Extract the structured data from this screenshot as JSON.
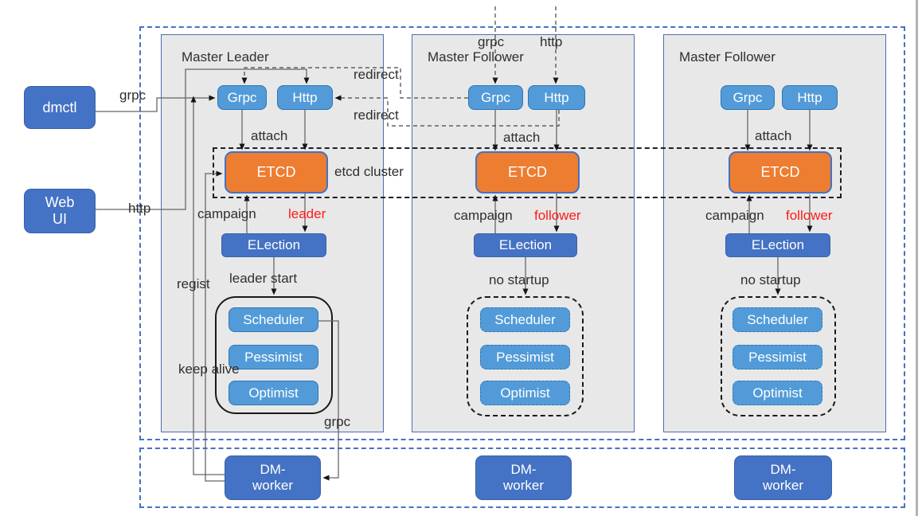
{
  "colors": {
    "accent_blue": "#4472c4",
    "light_blue": "#529bd8",
    "orange": "#ed7d31",
    "panel_gray": "#e8e8e8",
    "role_red": "#ff1a1a"
  },
  "left_column": {
    "dmctl_label": "dmctl",
    "webui_line1": "Web",
    "webui_line2": "UI",
    "grpc_line_label": "grpc",
    "http_line_label": "http"
  },
  "external_inputs": {
    "grpc_label": "grpc",
    "http_label": "http"
  },
  "redirect_labels": {
    "top": "redirect",
    "bottom": "redirect"
  },
  "etcd_cluster_label": "etcd cluster",
  "panels": [
    {
      "title": "Master Leader",
      "grpc": "Grpc",
      "http": "Http",
      "attach": "attach",
      "etcd": "ETCD",
      "campaign": "campaign",
      "role": "leader",
      "election": "ELection",
      "startup": "leader start",
      "modules": [
        "Scheduler",
        "Pessimist",
        "Optimist"
      ]
    },
    {
      "title": "Master Follower",
      "grpc": "Grpc",
      "http": "Http",
      "attach": "attach",
      "etcd": "ETCD",
      "campaign": "campaign",
      "role": "follower",
      "election": "ELection",
      "startup": "no startup",
      "modules": [
        "Scheduler",
        "Pessimist",
        "Optimist"
      ]
    },
    {
      "title": "Master Follower",
      "grpc": "Grpc",
      "http": "Http",
      "attach": "attach",
      "etcd": "ETCD",
      "campaign": "campaign",
      "role": "follower",
      "election": "ELection",
      "startup": "no startup",
      "modules": [
        "Scheduler",
        "Pessimist",
        "Optimist"
      ]
    }
  ],
  "panel1_annotations": {
    "regist": "regist",
    "keep_alive": "keep alive",
    "grpc_bottom": "grpc"
  },
  "workers": [
    {
      "line1": "DM-",
      "line2": "worker"
    },
    {
      "line1": "DM-",
      "line2": "worker"
    },
    {
      "line1": "DM-",
      "line2": "worker"
    }
  ]
}
